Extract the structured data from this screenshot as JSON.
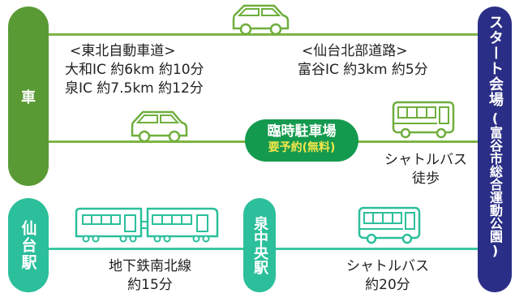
{
  "colors": {
    "car_green": "#5a9a35",
    "car_line": "#7db545",
    "parking_green": "#149a4e",
    "parking_note": "#f2e64b",
    "rail_teal": "#2bbf9b",
    "rail_line": "#3cc8a3",
    "start_navy": "#2a2e86",
    "train_teal": "#2bbf9b",
    "vehicle_green": "#6fae3c"
  },
  "left_labels": {
    "car": "車",
    "sendai_station": "仙台駅"
  },
  "start_venue": {
    "title": "スタート会場",
    "subtitle": "(富谷市総合運動公園)"
  },
  "routes": {
    "tohoku_expressway": {
      "heading": "<東北自動車道>",
      "line1": "大和IC 約6km 約10分",
      "line2": "泉IC 約7.5km 約12分"
    },
    "sendai_hokubu_road": {
      "heading": "<仙台北部道路>",
      "line1": "富谷IC 約3km 約5分"
    },
    "temporary_parking": {
      "label": "臨時駐車場",
      "note": "要予約(無料)"
    },
    "parking_to_venue": {
      "line1": "シャトルバス",
      "line2": "徒歩"
    },
    "subway": {
      "line1": "地下鉄南北線",
      "line2": "約15分"
    },
    "izumi_chuo": "泉中央駅",
    "station_to_venue": {
      "line1": "シャトルバス",
      "line2": "約20分"
    }
  },
  "icons": [
    "car-icon",
    "train-icon",
    "bus-icon"
  ]
}
